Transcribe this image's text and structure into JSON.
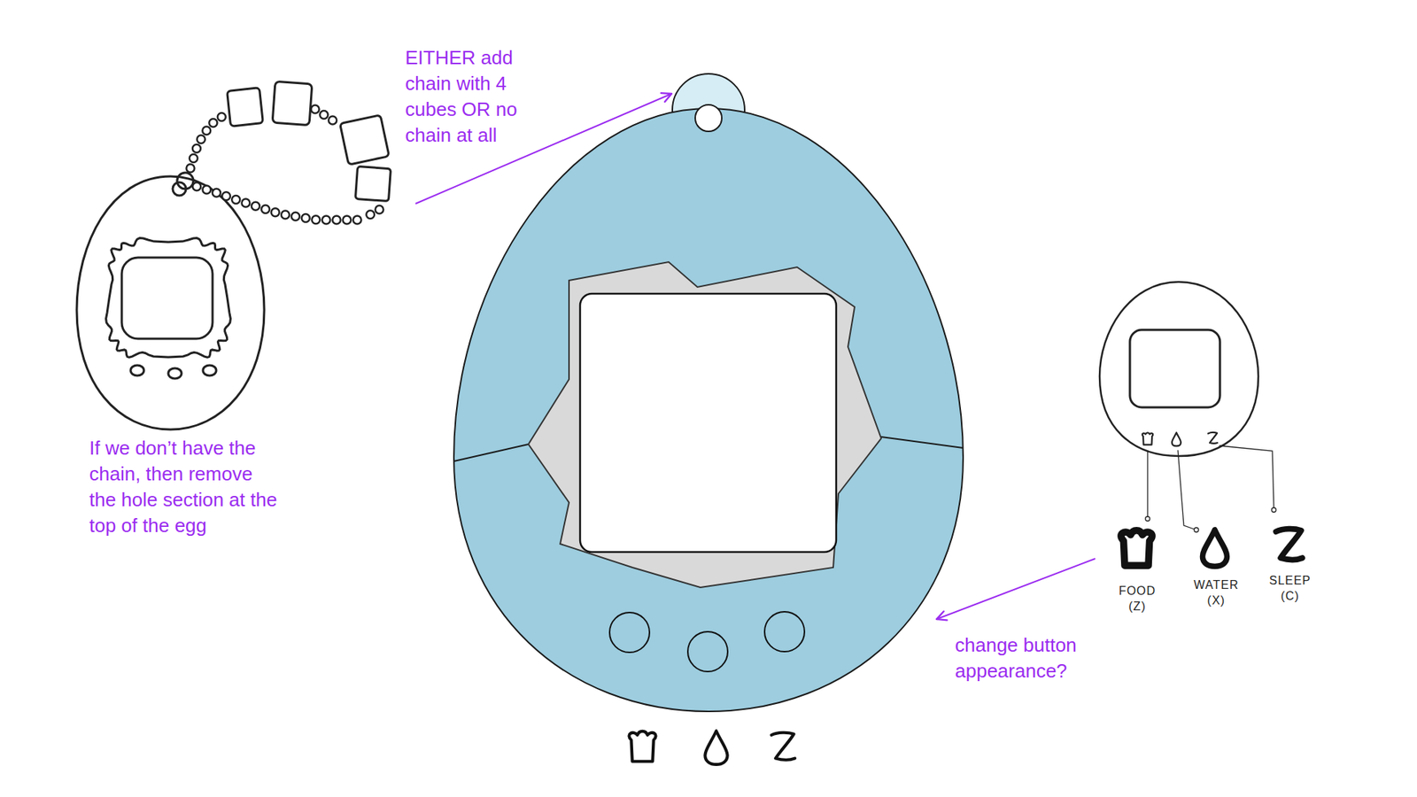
{
  "diagram": {
    "labels": [
      "EITHER add chain with 4 cubes OR no chain at all",
      "If we don’t have the chain, then remove the hole section at the top of the egg",
      "change button appearance?",
      "FOOD (Z)",
      "WATER (X)",
      "SLEEP (C)"
    ]
  }
}
